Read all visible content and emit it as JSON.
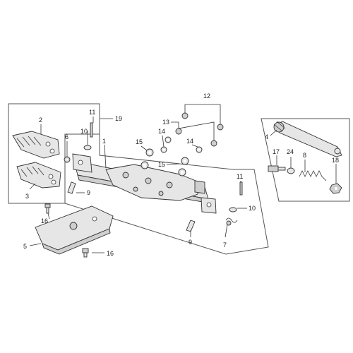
{
  "diagram": {
    "callouts": [
      {
        "key": "l1",
        "text": "1"
      },
      {
        "key": "l2",
        "text": "2"
      },
      {
        "key": "l3",
        "text": "3"
      },
      {
        "key": "l4",
        "text": "4"
      },
      {
        "key": "l5",
        "text": "5"
      },
      {
        "key": "l6",
        "text": "6"
      },
      {
        "key": "l7",
        "text": "7"
      },
      {
        "key": "l8",
        "text": "8"
      },
      {
        "key": "l9a",
        "text": "9"
      },
      {
        "key": "l9b",
        "text": "9"
      },
      {
        "key": "l10a",
        "text": "10"
      },
      {
        "key": "l10b",
        "text": "10"
      },
      {
        "key": "l11a",
        "text": "11"
      },
      {
        "key": "l11b",
        "text": "11"
      },
      {
        "key": "l12",
        "text": "12"
      },
      {
        "key": "l13",
        "text": "13"
      },
      {
        "key": "l14a",
        "text": "14"
      },
      {
        "key": "l14b",
        "text": "14"
      },
      {
        "key": "l15a",
        "text": "15"
      },
      {
        "key": "l15b",
        "text": "15"
      },
      {
        "key": "l16a",
        "text": "16"
      },
      {
        "key": "l16b",
        "text": "16"
      },
      {
        "key": "l17",
        "text": "17"
      },
      {
        "key": "l18",
        "text": "18"
      },
      {
        "key": "l19",
        "text": "19"
      },
      {
        "key": "l24",
        "text": "24"
      }
    ]
  }
}
